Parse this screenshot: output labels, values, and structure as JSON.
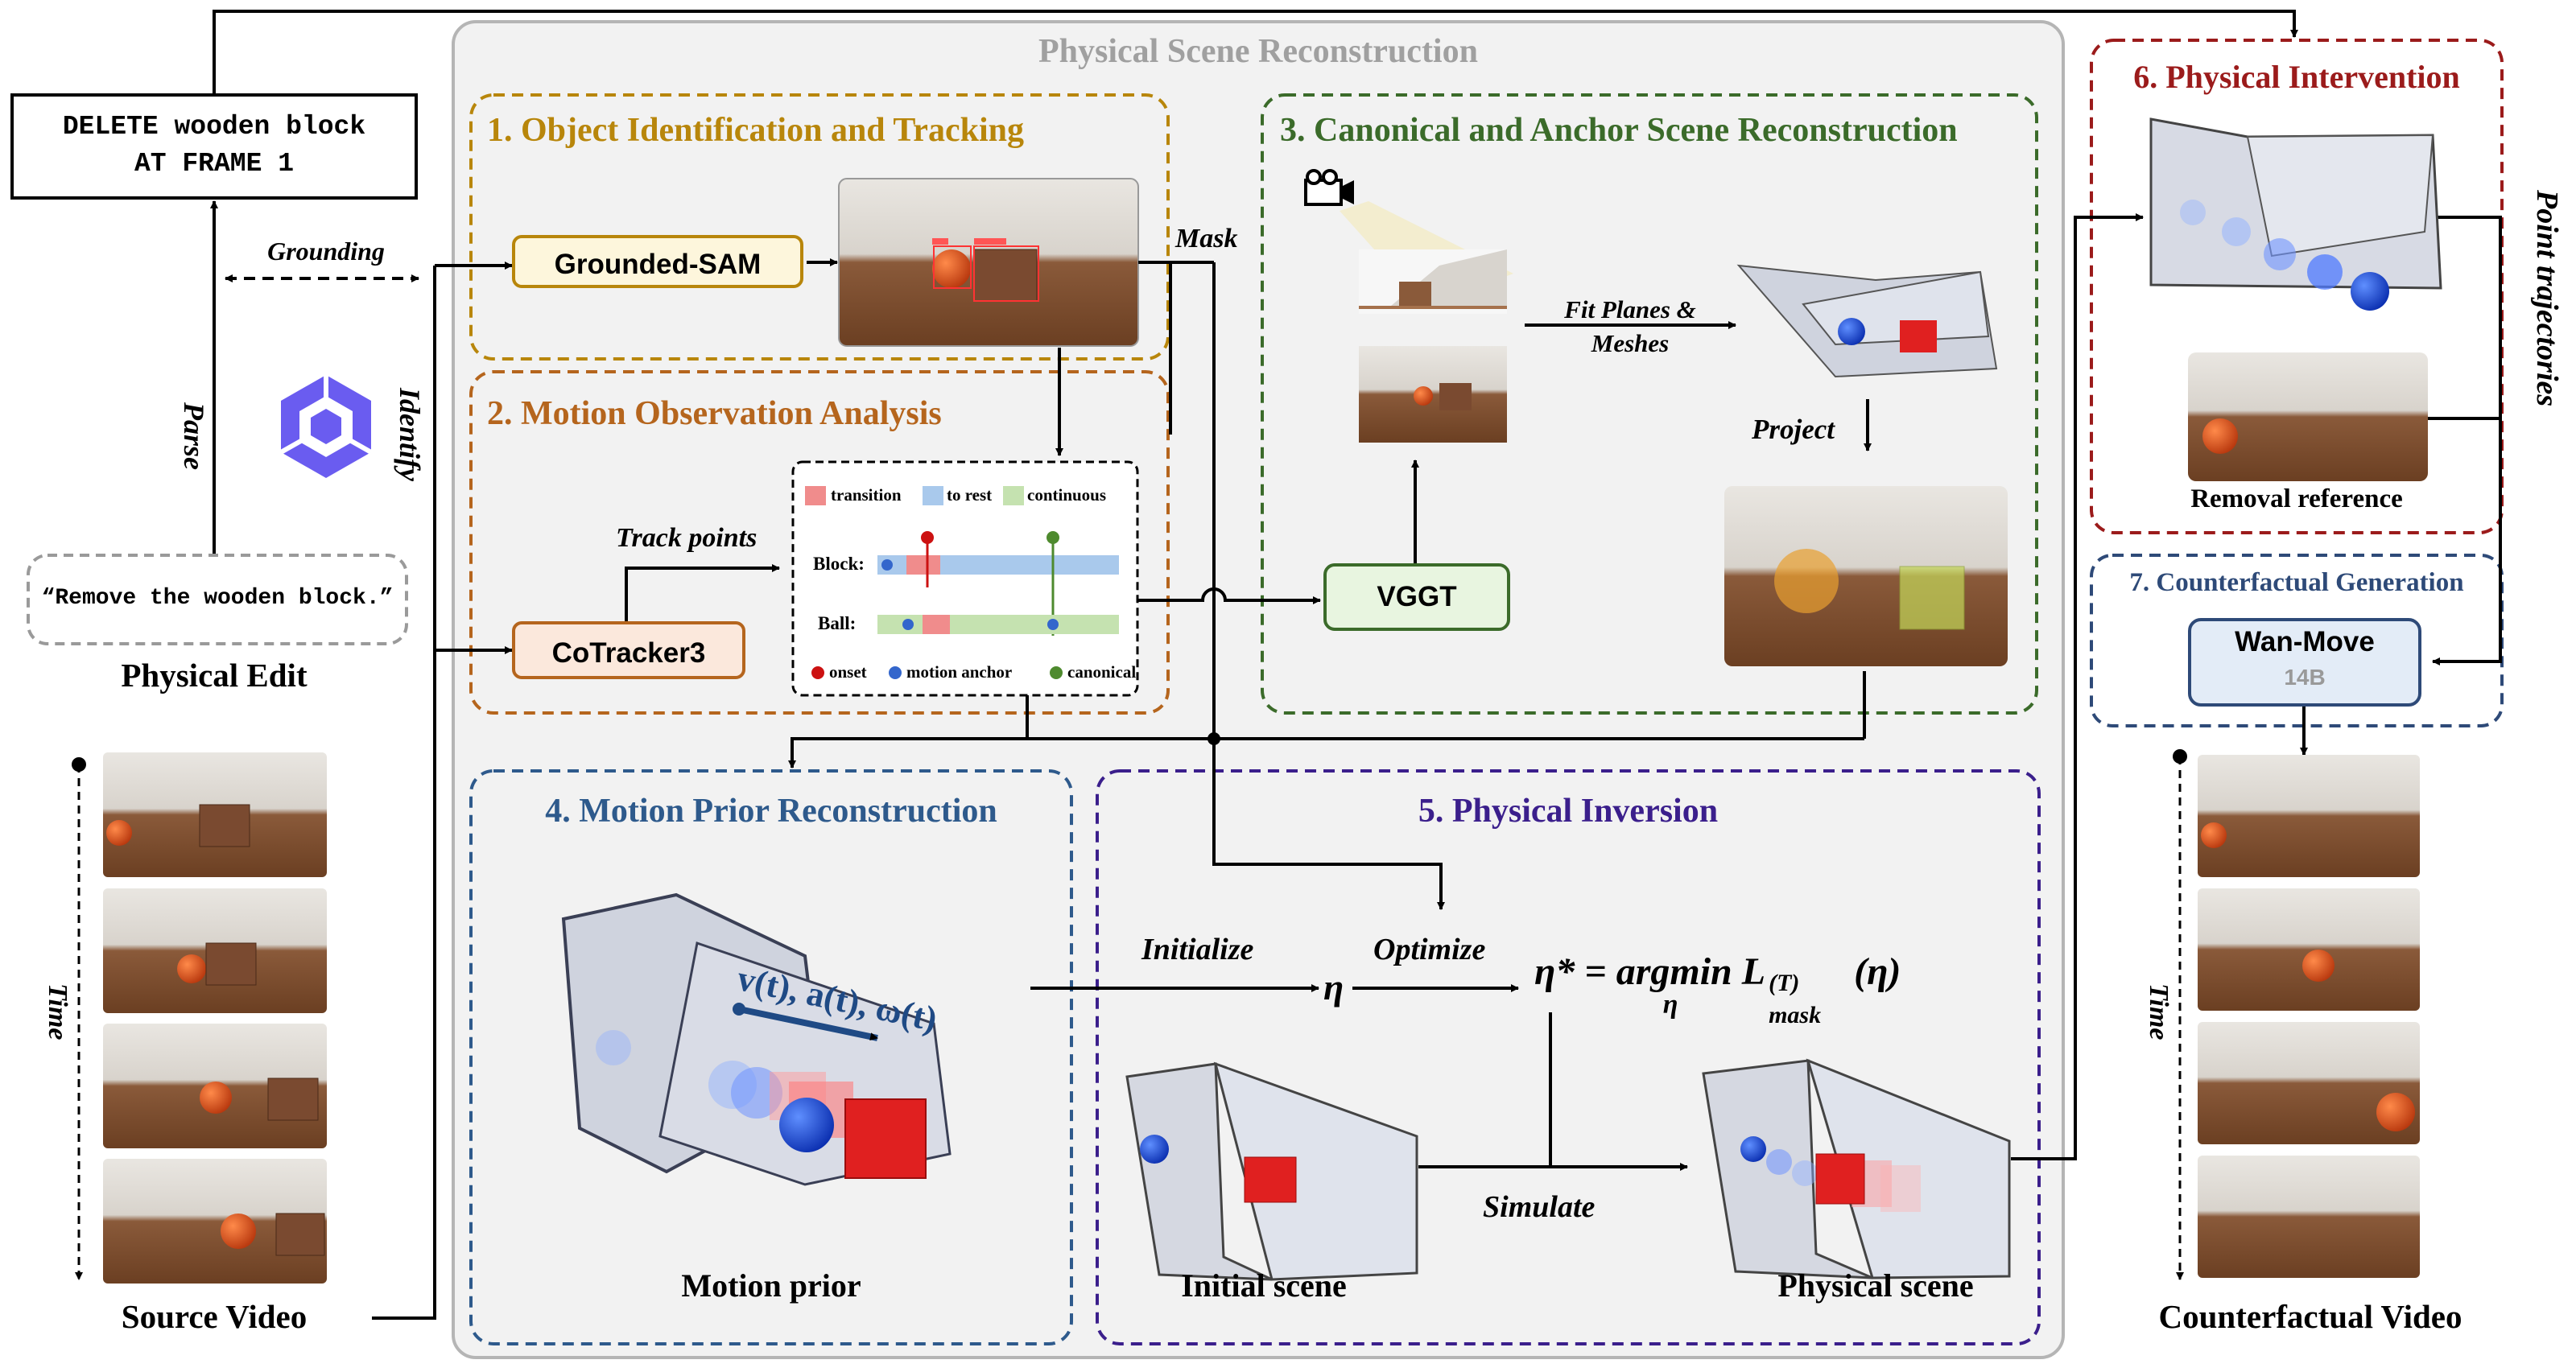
{
  "left": {
    "delete_line1": "DELETE wooden block",
    "delete_line2": "AT FRAME 1",
    "grounding": "Grounding",
    "parse": "Parse",
    "identify": "Identify",
    "prompt": "“Remove the wooden block.”",
    "physical_edit": "Physical Edit",
    "time": "Time",
    "source_video": "Source Video"
  },
  "main": {
    "title": "Physical Scene Reconstruction",
    "s1": {
      "title": "1. Object Identification and Tracking",
      "grounded_sam": "Grounded-SAM",
      "mask": "Mask"
    },
    "s2": {
      "title": "2. Motion Observation Analysis",
      "cotracker": "CoTracker3",
      "track_points": "Track points",
      "legend_transition": "transition",
      "legend_to_rest": "to rest",
      "legend_continuous": "continuous",
      "row_block": "Block:",
      "row_ball": "Ball:",
      "legend_onset": "onset",
      "legend_motion_anchor": "motion anchor",
      "legend_canonical": "canonical"
    },
    "s3": {
      "title": "3. Canonical and Anchor Scene Reconstruction",
      "fit_line1": "Fit Planes &",
      "fit_line2": "Meshes",
      "project": "Project",
      "vggt": "VGGT"
    },
    "s4": {
      "title": "4. Motion Prior Reconstruction",
      "motion_terms": "v(t), a(t), ω(t)",
      "motion_prior": "Motion prior"
    },
    "s5": {
      "title": "5. Physical Inversion",
      "initialize": "Initialize",
      "optimize": "Optimize",
      "eta": "η",
      "eq_lhs": "η* = ",
      "eq_argmin": "argmin",
      "eq_sub": "η",
      "eq_L": "L",
      "eq_sup": "(T)",
      "eq_subL": "mask",
      "eq_arg": "(η)",
      "simulate": "Simulate",
      "initial_scene": "Initial scene",
      "physical_scene": "Physical scene"
    }
  },
  "right": {
    "s6": {
      "title": "6. Physical Intervention",
      "removal_reference": "Removal reference"
    },
    "point_trajectories": "Point trajectories",
    "s7": {
      "title": "7. Counterfactual Generation",
      "wan_move": "Wan-Move",
      "wan_size": "14B"
    },
    "time": "Time",
    "counterfactual_video": "Counterfactual Video"
  },
  "colors": {
    "s1": "#b8860b",
    "s2": "#b5651d",
    "s3": "#3b6b2a",
    "s4": "#2e5a8c",
    "s5": "#3b1f8c",
    "s6": "#9b1b1b",
    "s7": "#2e4a78",
    "transition": "#f08c8c",
    "to_rest": "#a9c9ec",
    "continuous": "#c5e2b0",
    "onset": "#cc1111",
    "anchor": "#3366cc",
    "canonical": "#4e8a2e"
  }
}
